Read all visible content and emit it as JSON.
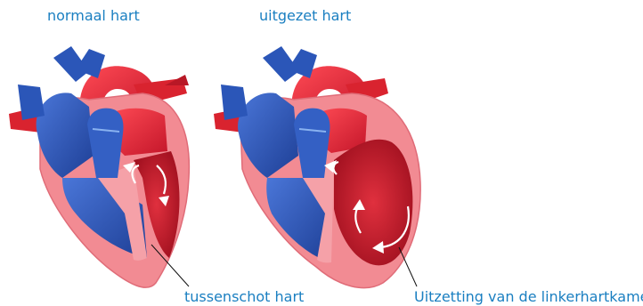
{
  "titles": {
    "normal": "normaal hart",
    "dilated": "uitgezet hart"
  },
  "annotations": {
    "septum": "tussenschot hart",
    "left_ventricle_dilation": "Uitzetting van de linkerhartkamer"
  },
  "colors": {
    "label_blue": "#1a7fc1",
    "vein_blue": "#2b56b8",
    "artery_red": "#e8323c",
    "muscle_pink": "#f28b93",
    "chamber_red": "#c81e2b"
  }
}
